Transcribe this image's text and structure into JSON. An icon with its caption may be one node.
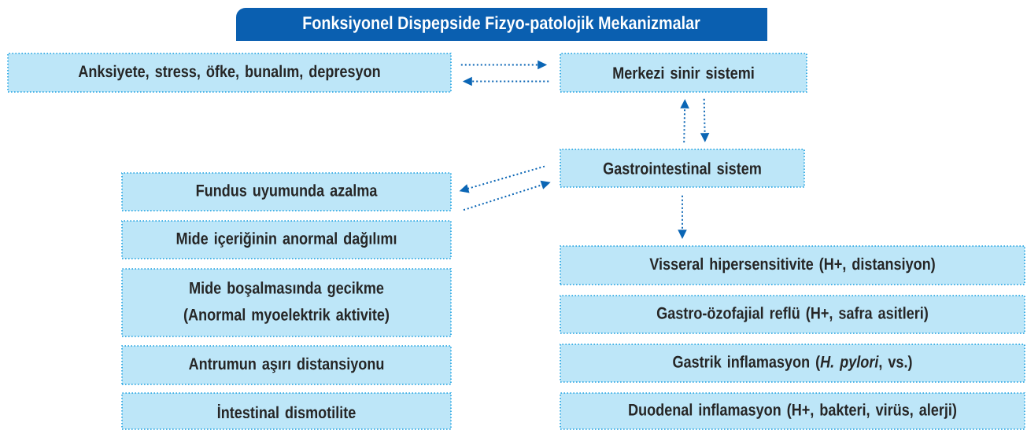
{
  "diagram": {
    "title": "Fonksiyonel Dispepside Fizyo-patolojik Mekanizmalar",
    "nodes": [
      {
        "text": [
          "Anksiyete, stress, öfke, bunalım, depresyon"
        ]
      },
      {
        "text": [
          "Merkezi sinir sistemi"
        ]
      },
      {
        "text": [
          "Gastrointestinal sistem"
        ]
      },
      {
        "text": [
          "Fundus uyumunda azalma"
        ]
      },
      {
        "text": [
          "Mide içeriğinin anormal dağılımı"
        ]
      },
      {
        "text": [
          "Mide boşalmasında gecikme (Anormal myoelektrik aktivite)"
        ]
      },
      {
        "text": [
          "Antrumun aşırı distansiyonu"
        ]
      },
      {
        "text": [
          "İntestinal dismotilite"
        ]
      },
      {
        "text": [
          "Visseral hipersensitivite (H+, distansiyon)"
        ]
      },
      {
        "text": [
          "Gastro-özofajial reflü (H+, safra asitleri)"
        ]
      },
      {
        "text": [
          "Gastrik inflamasyon (*H. pylori*, vs.)"
        ]
      },
      {
        "text": [
          "Duodenal inflamasyon (H+, bakteri, virüs, alerji)"
        ]
      }
    ],
    "edges": [
      {
        "from": 0,
        "to": 1,
        "arrow": "to"
      },
      {
        "from": 1,
        "to": 0,
        "arrow": "to"
      },
      {
        "from": 2,
        "to": 1,
        "arrow": "to"
      },
      {
        "from": 1,
        "to": 2,
        "arrow": "to"
      },
      {
        "from": 2,
        "to": 3,
        "arrow": "to"
      },
      {
        "from": 3,
        "to": 2,
        "arrow": "to"
      },
      {
        "from": 2,
        "to": 8,
        "arrow": "to"
      }
    ]
  }
}
